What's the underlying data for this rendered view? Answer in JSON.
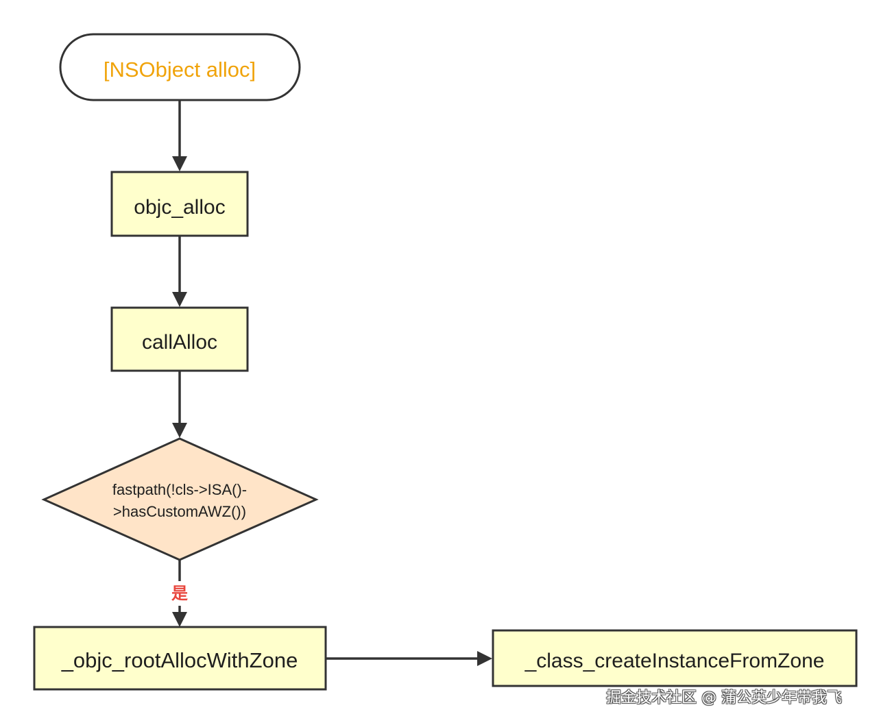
{
  "colors": {
    "stroke": "#333333",
    "start_text": "#f0a30a",
    "process_fill": "#ffffcc",
    "decision_fill": "#ffe4c8",
    "label_text": "#e8453c",
    "text": "#1e1e1e"
  },
  "nodes": {
    "start": {
      "label": "[NSObject alloc]"
    },
    "objc_alloc": {
      "label": "objc_alloc"
    },
    "call_alloc": {
      "label": "callAlloc"
    },
    "decision": {
      "line1": "fastpath(!cls->ISA()-",
      "line2": ">hasCustomAWZ())"
    },
    "root_alloc": {
      "label": "_objc_rootAllocWithZone"
    },
    "create_instance": {
      "label": "_class_createInstanceFromZone"
    }
  },
  "edges": {
    "yes_label": "是"
  },
  "watermark": "掘金技术社区 @ 蒲公英少年带我飞"
}
